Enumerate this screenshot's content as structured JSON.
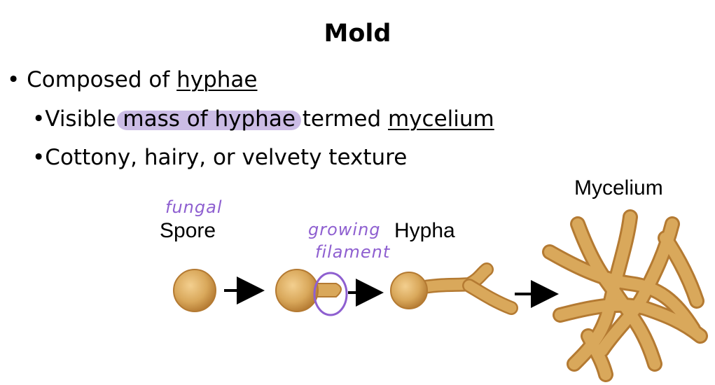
{
  "title": "Mold",
  "bullets": {
    "b1": {
      "bullet": "•",
      "text": "Composed of ",
      "underlined": "hyphae"
    },
    "b2": {
      "bullet": "•",
      "text_before": "Visible ",
      "highlighted": "mass of hyphae",
      "text_mid": " termed ",
      "underlined": "mycelium"
    },
    "b3": {
      "bullet": "•",
      "text": "Cottony, hairy, or velvety texture"
    }
  },
  "labels": {
    "spore": "Spore",
    "hypha": "Hypha",
    "mycelium": "Mycelium"
  },
  "annotations": {
    "fungal": "fungal",
    "growing": "growing",
    "filament": "filament"
  },
  "colors": {
    "highlight": "#b9a6dc",
    "annotation": "#8e5fd0",
    "fungus_fill": "#d9a85b",
    "fungus_stroke": "#b47a32"
  }
}
